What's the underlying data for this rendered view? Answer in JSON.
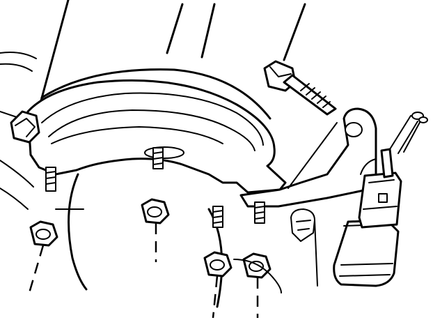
{
  "diagram": {
    "style": "line-art",
    "ink_color": "#000000",
    "background_color": "#ffffff",
    "parts": [
      "exhaust-pipe",
      "manifold-flange",
      "mounting-bracket",
      "flange-bolt",
      "flange-studs",
      "flange-nuts",
      "oxygen-sensor",
      "sensor-connector"
    ]
  }
}
